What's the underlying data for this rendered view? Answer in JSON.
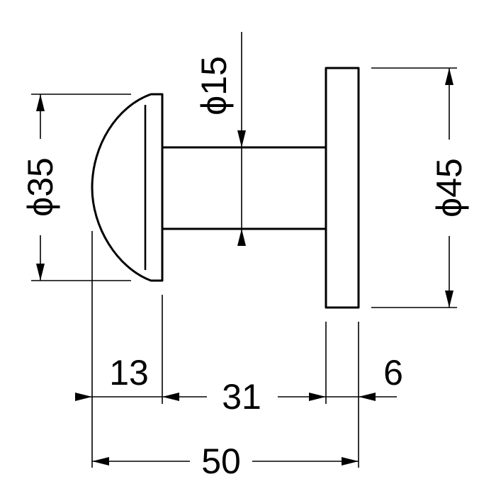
{
  "dimensions": {
    "knob_diameter": "ϕ35",
    "shaft_diameter": "ϕ15",
    "rose_diameter": "ϕ45",
    "knob_depth": "13",
    "shaft_length": "31",
    "rose_thickness": "6",
    "overall_length": "50"
  },
  "colors": {
    "line": "#000000",
    "background": "#ffffff"
  }
}
